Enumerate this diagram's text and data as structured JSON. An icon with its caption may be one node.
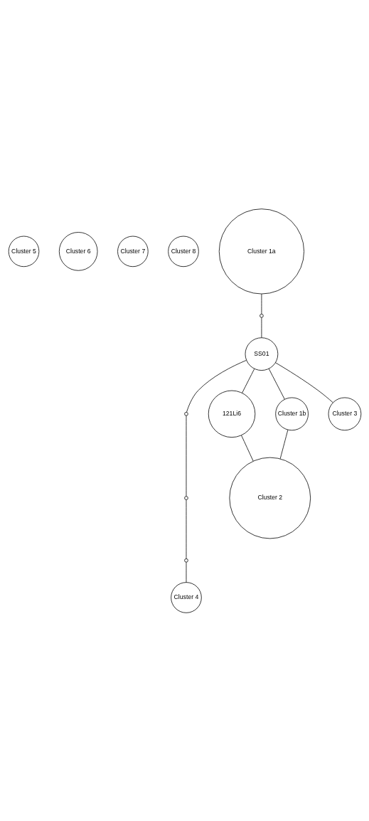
{
  "diagram": {
    "nodes": [
      {
        "text": [
          "Cluster 5"
        ]
      },
      {
        "text": [
          "Cluster 6"
        ]
      },
      {
        "text": [
          "Cluster 7"
        ]
      },
      {
        "text": [
          "Cluster 8"
        ]
      },
      {
        "text": [
          "Cluster 1a"
        ]
      },
      {
        "text": [],
        "shape": "circle"
      },
      {
        "text": [
          "SS01"
        ]
      },
      {
        "text": [],
        "shape": "circle"
      },
      {
        "text": [
          "121Li6"
        ]
      },
      {
        "text": [
          "Cluster 1b"
        ]
      },
      {
        "text": [
          "Cluster 3"
        ]
      },
      {
        "text": [
          "Cluster 2"
        ]
      },
      {
        "text": [],
        "shape": "circle"
      },
      {
        "text": [],
        "shape": "circle"
      },
      {
        "text": [
          "Cluster 4"
        ]
      }
    ],
    "edges": [
      {
        "from": 4,
        "to": 5,
        "arrow": "none"
      },
      {
        "from": 5,
        "to": 6,
        "arrow": "none"
      },
      {
        "from": 6,
        "to": 7,
        "arrow": "none"
      },
      {
        "from": 6,
        "to": 8,
        "arrow": "none"
      },
      {
        "from": 6,
        "to": 9,
        "arrow": "none"
      },
      {
        "from": 6,
        "to": 10,
        "arrow": "none"
      },
      {
        "from": 8,
        "to": 11,
        "arrow": "none"
      },
      {
        "from": 9,
        "to": 11,
        "arrow": "none"
      },
      {
        "from": 7,
        "to": 12,
        "arrow": "none"
      },
      {
        "from": 12,
        "to": 13,
        "arrow": "none"
      },
      {
        "from": 13,
        "to": 14,
        "arrow": "none"
      }
    ]
  }
}
